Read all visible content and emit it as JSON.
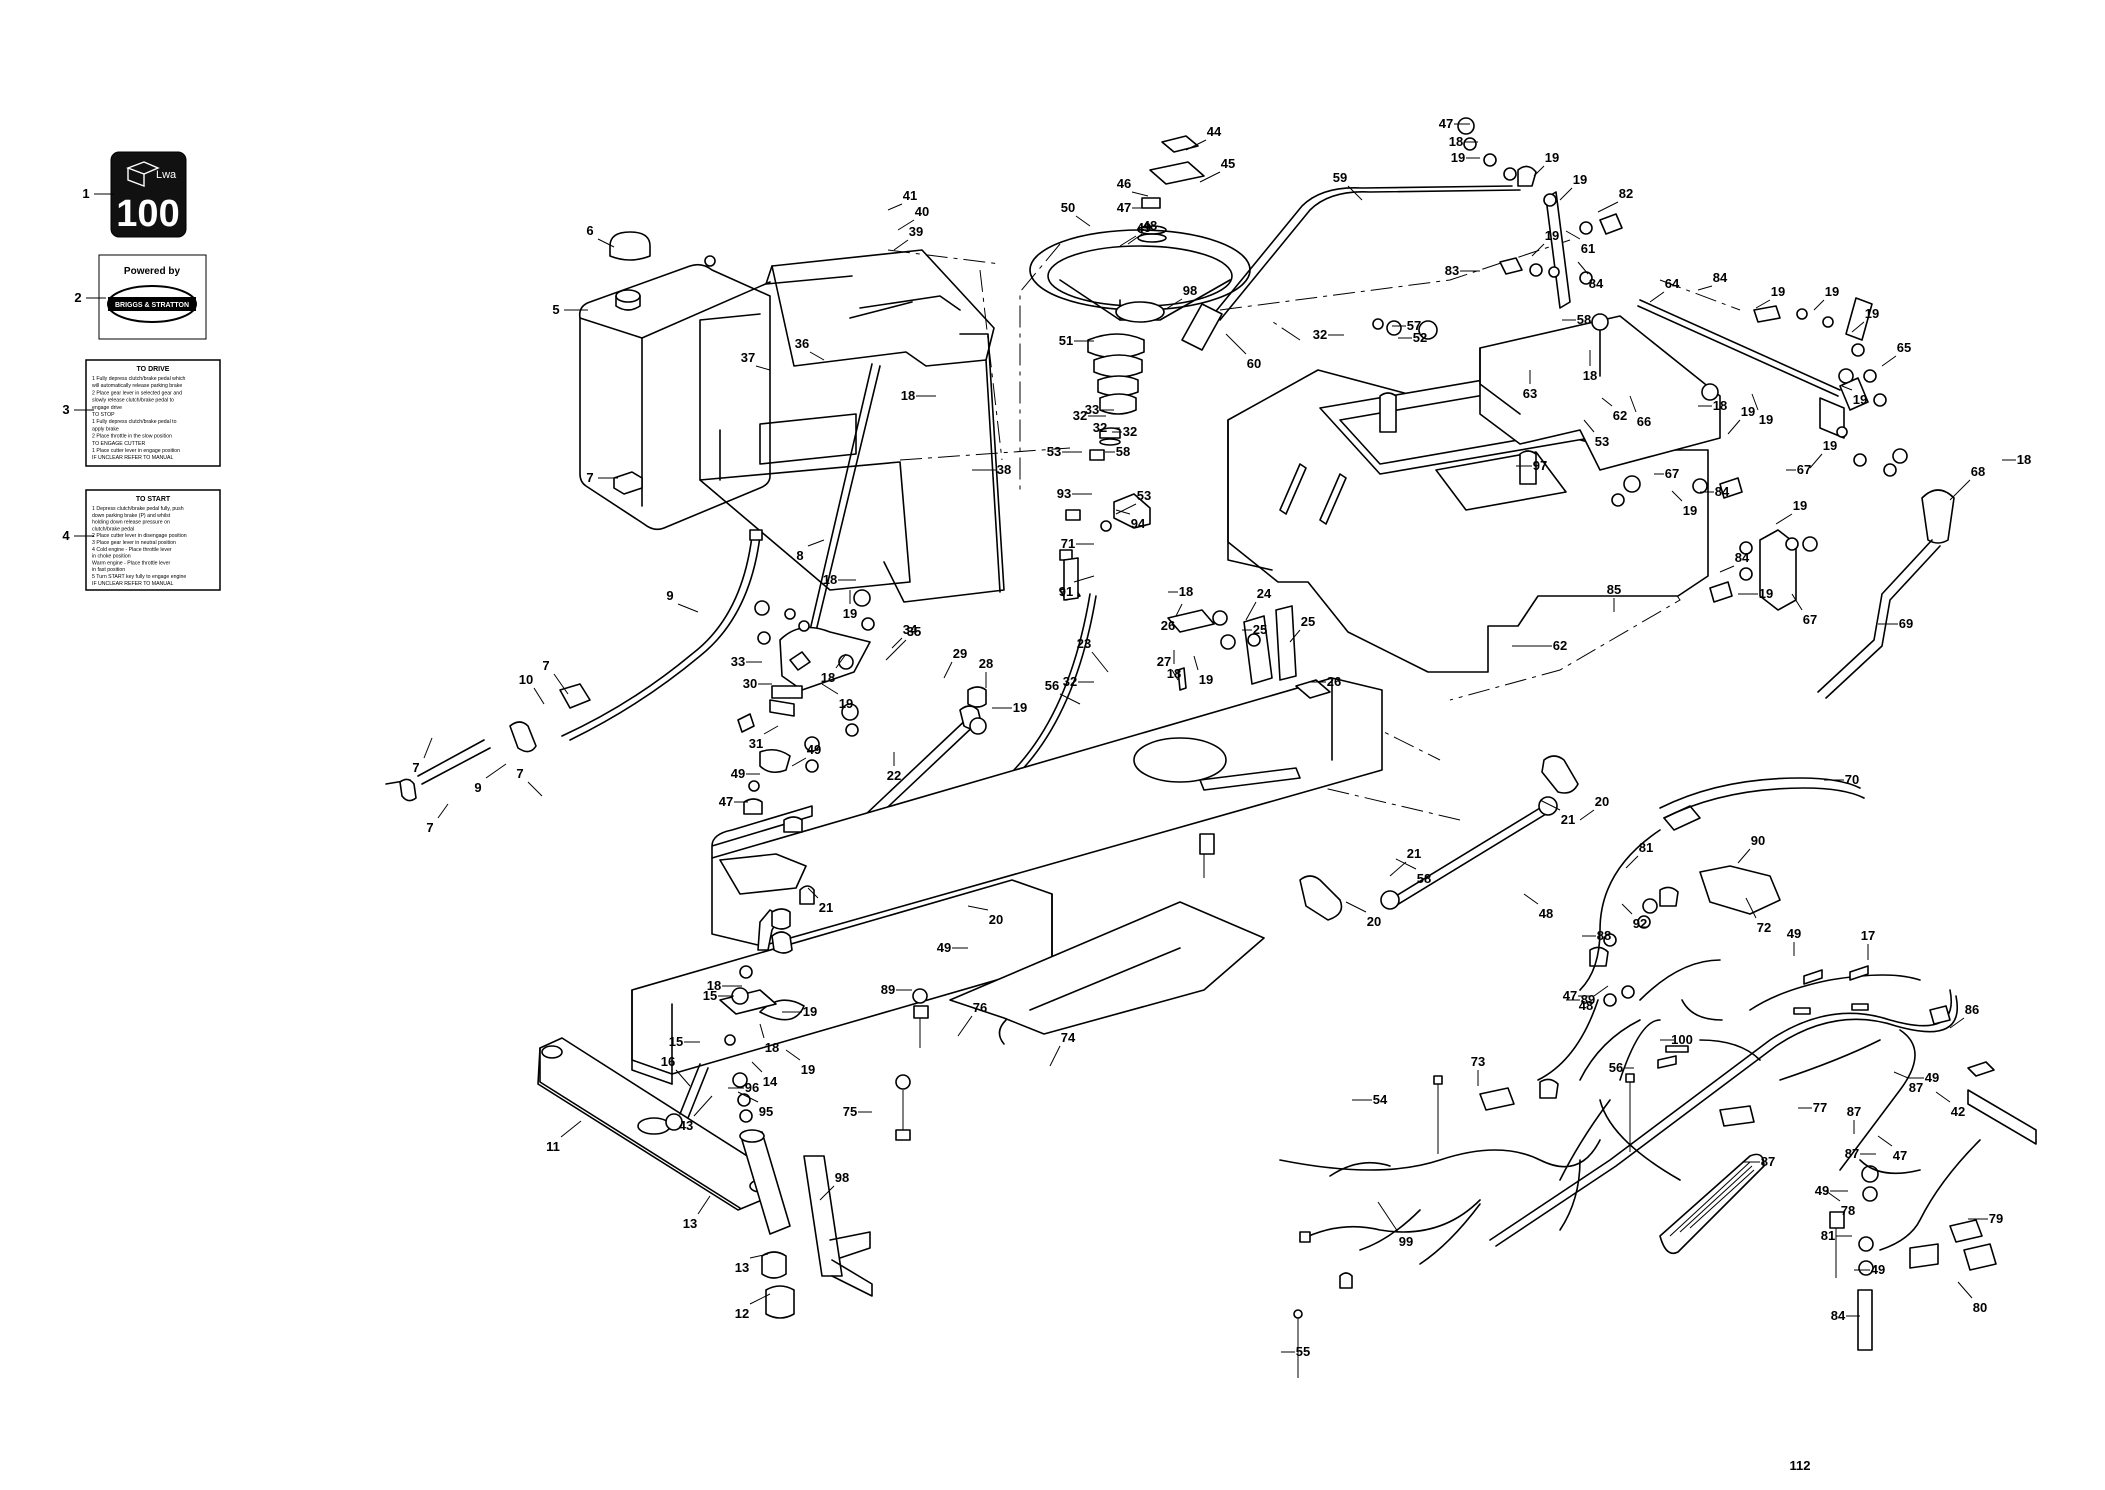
{
  "decals": {
    "badge_text": "100",
    "badge_small": "Lwa",
    "powered_by": "Powered by",
    "brand": "BRIGGS & STRATTON",
    "to_drive_title": "TO DRIVE",
    "to_drive_lines": [
      "1  Fully depress clutch/brake pedal which",
      "   will automatically release parking brake",
      "2  Place gear lever in selected gear and",
      "   slowly release clutch/brake pedal to",
      "   engage drive",
      "TO STOP",
      "1  Fully depress clutch/brake pedal to",
      "   apply brake",
      "2  Place throttle in the slow position",
      "TO ENGAGE CUTTER",
      "1  Place cutter lever in engage position",
      "IF UNCLEAR REFER TO MANUAL"
    ],
    "to_start_title": "TO START",
    "to_start_lines": [
      "1  Depress clutch/brake pedal fully, push",
      "   down parking brake (P) and whilst",
      "   holding down release pressure on",
      "   clutch/brake pedal",
      "2  Place cutter lever in disengage position",
      "3  Place gear lever in neutral position",
      "4  Cold engine - Place throttle lever",
      "   in choke position",
      "   Warm engine - Place throttle lever",
      "   in fast position",
      "5  Turn START key fully to engage engine",
      "IF UNCLEAR REFER TO MANUAL"
    ]
  },
  "callouts": [
    "1",
    "2",
    "3",
    "4",
    "5",
    "6",
    "7",
    "7",
    "7",
    "7",
    "7",
    "8",
    "9",
    "9",
    "10",
    "11",
    "12",
    "13",
    "13",
    "14",
    "15",
    "15",
    "16",
    "17",
    "18",
    "18",
    "18",
    "18",
    "18",
    "18",
    "18",
    "18",
    "18",
    "18",
    "18",
    "19",
    "19",
    "19",
    "19",
    "19",
    "19",
    "19",
    "19",
    "19",
    "19",
    "19",
    "19",
    "19",
    "19",
    "19",
    "19",
    "19",
    "19",
    "19",
    "19",
    "20",
    "20",
    "20",
    "21",
    "21",
    "21",
    "22",
    "23",
    "24",
    "25",
    "25",
    "26",
    "26",
    "27",
    "28",
    "29",
    "30",
    "31",
    "32",
    "32",
    "32",
    "32",
    "32",
    "33",
    "33",
    "34",
    "35",
    "36",
    "37",
    "38",
    "39",
    "40",
    "41",
    "42",
    "43",
    "44",
    "45",
    "46",
    "47",
    "47",
    "47",
    "47",
    "47",
    "48",
    "48",
    "48",
    "49",
    "49",
    "49",
    "49",
    "49",
    "49",
    "49",
    "49",
    "50",
    "51",
    "52",
    "53",
    "53",
    "53",
    "54",
    "55",
    "56",
    "56",
    "57",
    "58",
    "58",
    "58",
    "59",
    "60",
    "61",
    "62",
    "62",
    "63",
    "64",
    "65",
    "66",
    "67",
    "67",
    "67",
    "68",
    "69",
    "70",
    "71",
    "72",
    "73",
    "74",
    "75",
    "76",
    "77",
    "78",
    "79",
    "80",
    "81",
    "81",
    "82",
    "83",
    "84",
    "84",
    "84",
    "84",
    "84",
    "85",
    "86",
    "87",
    "87",
    "87",
    "87",
    "88",
    "89",
    "89",
    "90",
    "91",
    "92",
    "93",
    "94",
    "95",
    "96",
    "97",
    "98",
    "98",
    "99",
    "100",
    "112"
  ]
}
